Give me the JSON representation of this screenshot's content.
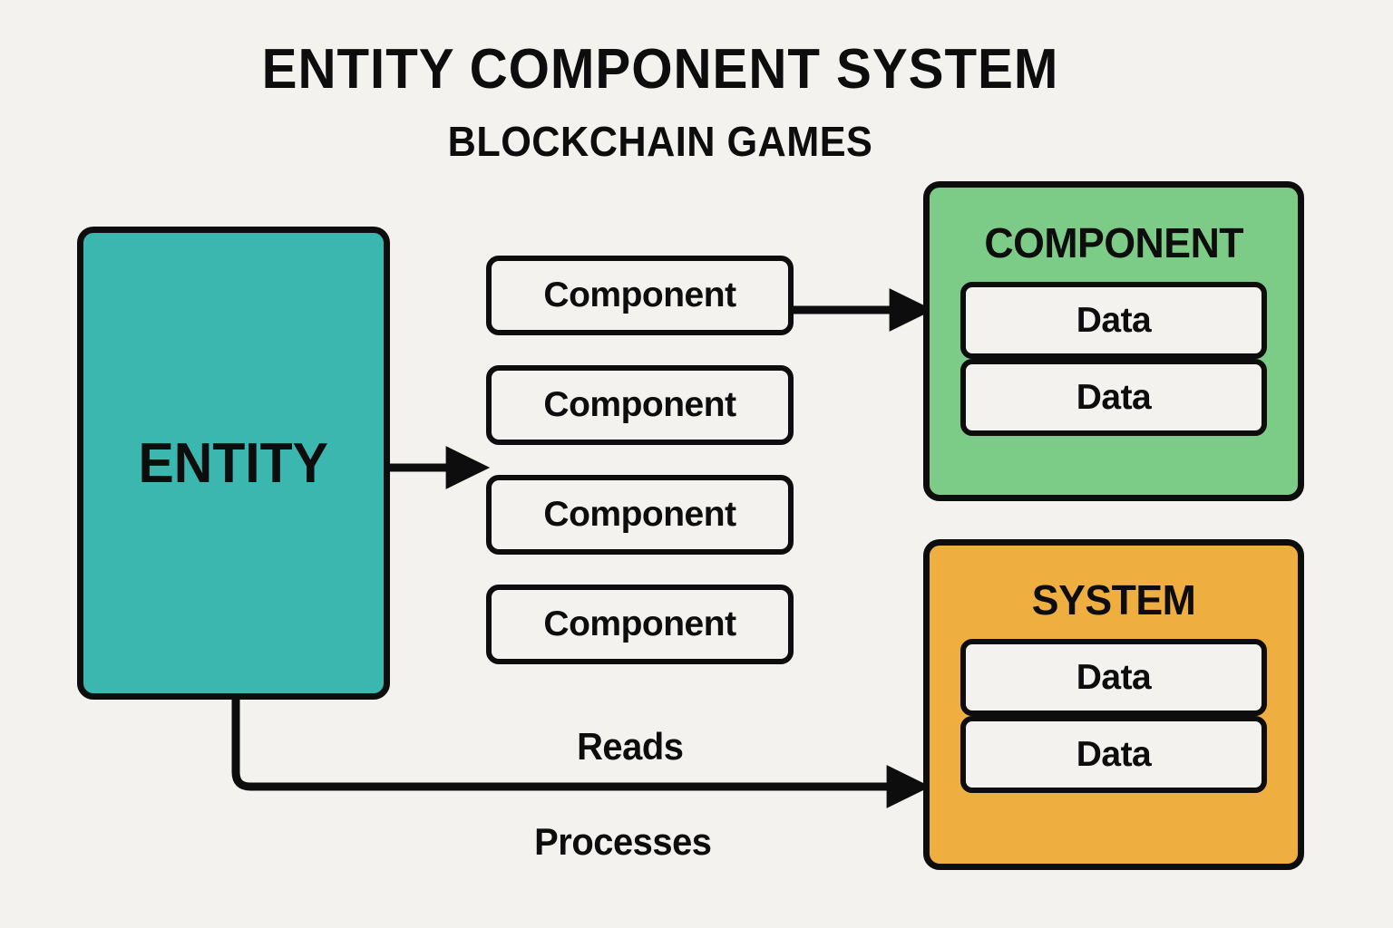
{
  "page": {
    "background_color": "#f4f2ee",
    "ink_color": "#0d0d0d"
  },
  "header": {
    "title": "ENTITY COMPONENT SYSTEM",
    "subtitle": "BLOCKCHAIN GAMES"
  },
  "entity": {
    "label": "ENTITY",
    "color": "#3bb7b0"
  },
  "components": [
    {
      "label": "Component"
    },
    {
      "label": "Component"
    },
    {
      "label": "Component"
    },
    {
      "label": "Component"
    }
  ],
  "panels": [
    {
      "heading": "COMPONENT",
      "color": "#7ccb86",
      "items": [
        {
          "label": "Data"
        },
        {
          "label": "Data"
        }
      ]
    },
    {
      "heading": "SYSTEM",
      "color": "#efaf40",
      "items": [
        {
          "label": "Data"
        },
        {
          "label": "Data"
        }
      ]
    }
  ],
  "edges": [
    {
      "name": "entity-to-components",
      "label": ""
    },
    {
      "name": "component-to-component-panel",
      "label": ""
    },
    {
      "name": "entity-to-system-upper",
      "label": "Reads"
    },
    {
      "name": "entity-to-system-lower",
      "label": "Processes"
    }
  ]
}
